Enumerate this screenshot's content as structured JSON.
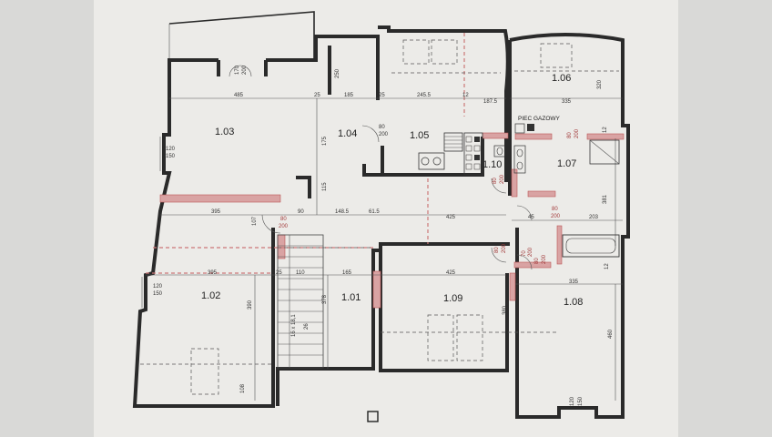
{
  "rooms": {
    "r103": "1.03",
    "r104": "1.04",
    "r105": "1.05",
    "r106": "1.06",
    "r107": "1.07",
    "r110": "1.10",
    "r102": "1.02",
    "r101": "1.01",
    "r109": "1.09",
    "r108": "1.08"
  },
  "labels": {
    "gas_furnace": "PIEC GAZOWY",
    "stairs": "16 x 18,1"
  },
  "dims": {
    "d485": "485",
    "d25a": "25",
    "d185": "185",
    "d25b": "25",
    "d245": "245.5",
    "d12a": "12",
    "d187": "187.5",
    "d335a": "335",
    "d320": "320",
    "d170": "170",
    "d200door": "200",
    "d250": "250",
    "d175": "175",
    "d115": "115",
    "d395a": "395",
    "d90": "90",
    "d1485": "148.5",
    "d615": "61.5",
    "d425a": "425",
    "d107": "107",
    "d395b": "395",
    "d25c": "25",
    "d110": "110",
    "d165": "165",
    "d425b": "425",
    "d335b": "335",
    "d390": "390",
    "d378": "378",
    "d380": "380",
    "d460": "460",
    "d108": "108",
    "d381": "381",
    "d203": "203",
    "d45": "45",
    "d120a": "120",
    "d150a": "150",
    "d120b": "120",
    "d150b": "150",
    "d120c": "120",
    "d150c": "150",
    "d12b": "12",
    "d12c": "12",
    "d26": "26"
  },
  "doors": {
    "door104": [
      "80",
      "200"
    ],
    "door103": [
      "80",
      "200"
    ],
    "door107a": [
      "80",
      "200"
    ],
    "door107b": [
      "80",
      "200"
    ],
    "door110": [
      "80",
      "200"
    ],
    "door101": [
      "80",
      "200"
    ],
    "door108": [
      "80",
      "200"
    ],
    "door1082": [
      "70",
      "200"
    ]
  }
}
